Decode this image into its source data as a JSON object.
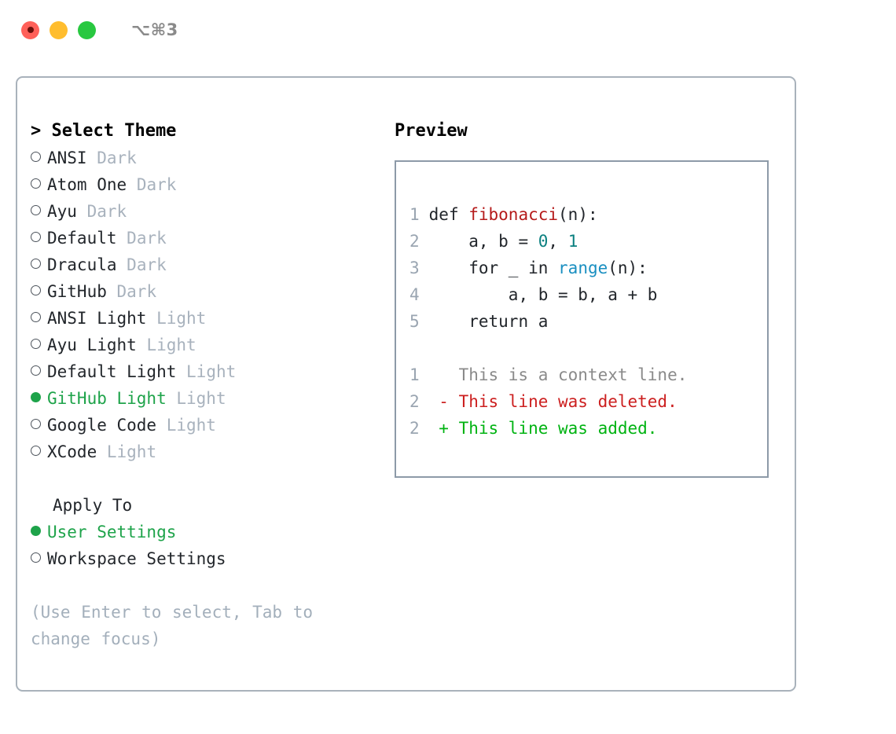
{
  "titlebar": {
    "shortcut": "⌥⌘3",
    "lights": [
      {
        "name": "close-button",
        "color": "#ff6059"
      },
      {
        "name": "minimize-button",
        "color": "#ffbd2e"
      },
      {
        "name": "maximize-button",
        "color": "#28c840"
      }
    ]
  },
  "theme_picker": {
    "heading": "> Select Theme",
    "items": [
      {
        "marker": "hollow",
        "name": "ANSI",
        "tag": "Dark",
        "selected": false
      },
      {
        "marker": "hollow",
        "name": "Atom One",
        "tag": "Dark",
        "selected": false
      },
      {
        "marker": "hollow",
        "name": "Ayu",
        "tag": "Dark",
        "selected": false
      },
      {
        "marker": "hollow",
        "name": "Default",
        "tag": "Dark",
        "selected": false
      },
      {
        "marker": "hollow",
        "name": "Dracula",
        "tag": "Dark",
        "selected": false
      },
      {
        "marker": "hollow",
        "name": "GitHub",
        "tag": "Dark",
        "selected": false
      },
      {
        "marker": "hollow",
        "name": "ANSI Light",
        "tag": "Light",
        "selected": false
      },
      {
        "marker": "hollow",
        "name": "Ayu Light",
        "tag": "Light",
        "selected": false
      },
      {
        "marker": "hollow",
        "name": "Default Light",
        "tag": "Light",
        "selected": false
      },
      {
        "marker": "filled",
        "name": "GitHub Light",
        "tag": "Light",
        "selected": true
      },
      {
        "marker": "hollow",
        "name": "Google Code",
        "tag": "Light",
        "selected": false
      },
      {
        "marker": "hollow",
        "name": "XCode",
        "tag": "Light",
        "selected": false
      }
    ]
  },
  "apply_to": {
    "label": "Apply To",
    "items": [
      {
        "marker": "filled",
        "name": "User Settings",
        "selected": true
      },
      {
        "marker": "hollow",
        "name": "Workspace Settings",
        "selected": false
      }
    ]
  },
  "hint": "(Use Enter to select, Tab to change focus)",
  "preview": {
    "heading": "Preview",
    "code_lines": [
      {
        "num": "1",
        "tokens": [
          {
            "t": "def ",
            "c": "kw"
          },
          {
            "t": "fibonacci",
            "c": "fn"
          },
          {
            "t": "(n):",
            "c": "plain"
          }
        ]
      },
      {
        "num": "2",
        "tokens": [
          {
            "t": "    a, b = ",
            "c": "plain"
          },
          {
            "t": "0",
            "c": "num"
          },
          {
            "t": ", ",
            "c": "plain"
          },
          {
            "t": "1",
            "c": "num"
          }
        ]
      },
      {
        "num": "3",
        "tokens": [
          {
            "t": "    for _ in ",
            "c": "kw"
          },
          {
            "t": "range",
            "c": "bi"
          },
          {
            "t": "(n):",
            "c": "plain"
          }
        ]
      },
      {
        "num": "4",
        "tokens": [
          {
            "t": "        a, b = b, a + b",
            "c": "plain"
          }
        ]
      },
      {
        "num": "5",
        "tokens": [
          {
            "t": "    return a",
            "c": "kw"
          }
        ]
      }
    ],
    "diff_lines": [
      {
        "num": "1",
        "sign": " ",
        "text": "This is a context line.",
        "kind": "ctx"
      },
      {
        "num": "2",
        "sign": "-",
        "text": "This line was deleted.",
        "kind": "del"
      },
      {
        "num": "2",
        "sign": "+",
        "text": "This line was added.",
        "kind": "add"
      }
    ]
  },
  "colors": {
    "selected_green": "#1ea34a",
    "tag_gray": "#a8b2bd",
    "hint_gray": "#a3afbb",
    "frame_border": "#a9b2bb",
    "preview_border": "#8d9aa8",
    "diff_add": "#00b312",
    "diff_del": "#cc1f1f",
    "code_fn": "#b51a1a",
    "code_num": "#0b8080",
    "code_builtin": "#1a8fc1"
  }
}
